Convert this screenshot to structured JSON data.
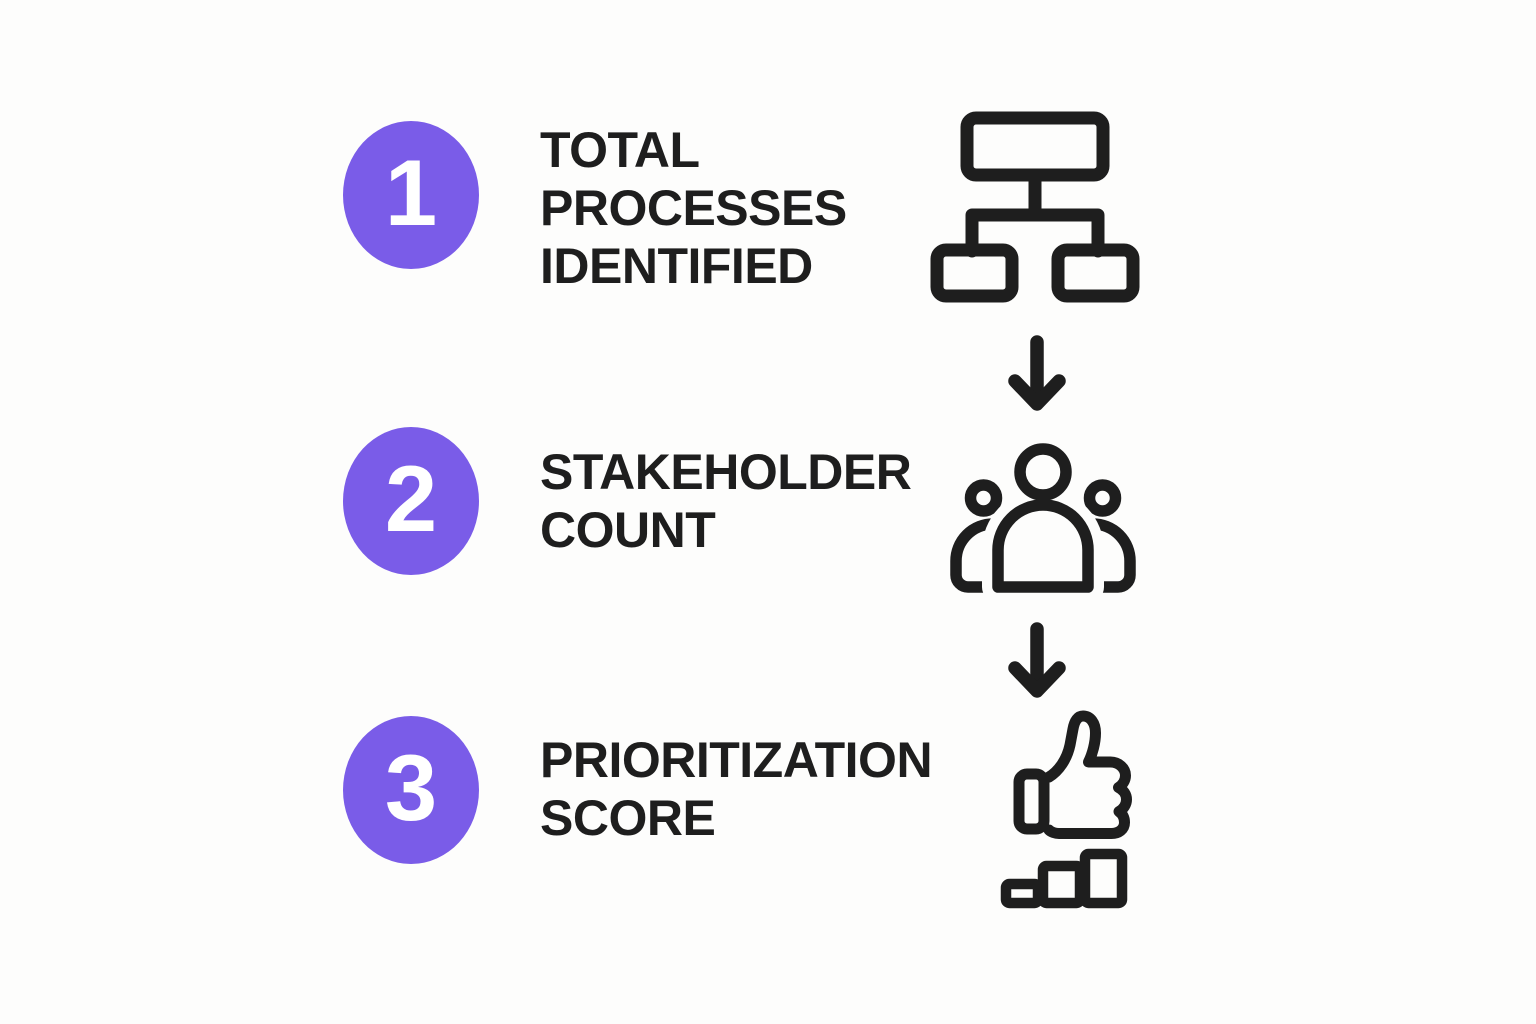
{
  "colors": {
    "accent": "#7a5ce8",
    "ink": "#1e1e1e",
    "background": "#fdfdfc",
    "number": "#ffffff"
  },
  "steps": [
    {
      "number": "1",
      "lines": [
        "TOTAL",
        "PROCESSES",
        "IDENTIFIED"
      ],
      "icon": "org-chart-icon"
    },
    {
      "number": "2",
      "lines": [
        "STAKEHOLDER",
        "COUNT"
      ],
      "icon": "people-group-icon"
    },
    {
      "number": "3",
      "lines": [
        "PRIORITIZATION",
        "SCORE"
      ],
      "icon": "thumbs-up-bar-chart-icon"
    }
  ],
  "connectors": [
    {
      "icon": "down-arrow-icon"
    },
    {
      "icon": "down-arrow-icon"
    }
  ]
}
